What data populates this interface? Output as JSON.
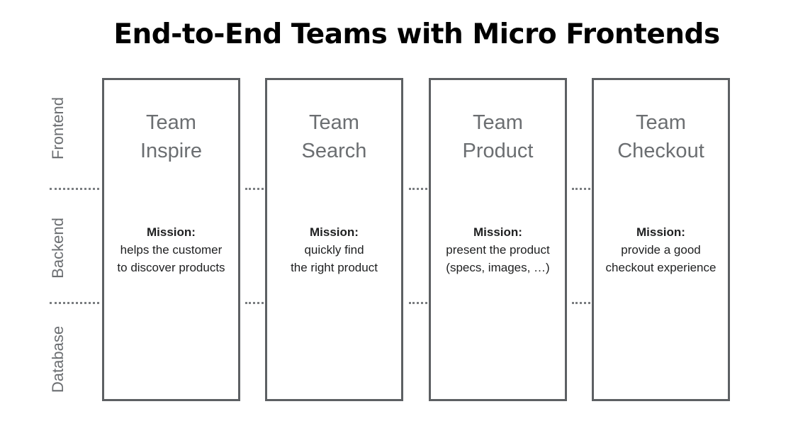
{
  "title": "End-to-End Teams with Micro Frontends",
  "layers": [
    "Frontend",
    "Backend",
    "Database"
  ],
  "teams": [
    {
      "name_line1": "Team",
      "name_line2": "Inspire",
      "mission_title": "Mission:",
      "mission_line1": "helps the customer",
      "mission_line2": "to discover products"
    },
    {
      "name_line1": "Team",
      "name_line2": "Search",
      "mission_title": "Mission:",
      "mission_line1": "quickly find",
      "mission_line2": "the right product"
    },
    {
      "name_line1": "Team",
      "name_line2": "Product",
      "mission_title": "Mission:",
      "mission_line1": "present the product",
      "mission_line2": "(specs, images, …)"
    },
    {
      "name_line1": "Team",
      "name_line2": "Checkout",
      "mission_title": "Mission:",
      "mission_line1": "provide a good",
      "mission_line2": "checkout experience"
    }
  ]
}
